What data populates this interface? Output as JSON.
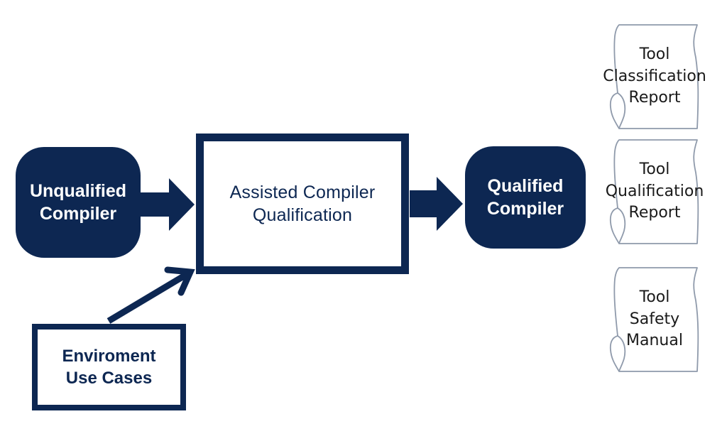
{
  "colors": {
    "primary": "#0d2752",
    "document_outline": "#8f9aab",
    "background": "#ffffff"
  },
  "nodes": {
    "unqualified_compiler": "Unqualified\nCompiler",
    "assisted_qualification": "Assisted Compiler\nQualification",
    "qualified_compiler": "Qualified\nCompiler",
    "environment_use_cases": "Enviroment\nUse Cases"
  },
  "documents": [
    {
      "label": "Tool\nClassification\nReport",
      "icon": "document-scroll-icon"
    },
    {
      "label": "Tool\nQualification\nReport",
      "icon": "document-scroll-icon"
    },
    {
      "label": "Tool\nSafety\nManual",
      "icon": "document-scroll-icon"
    }
  ]
}
